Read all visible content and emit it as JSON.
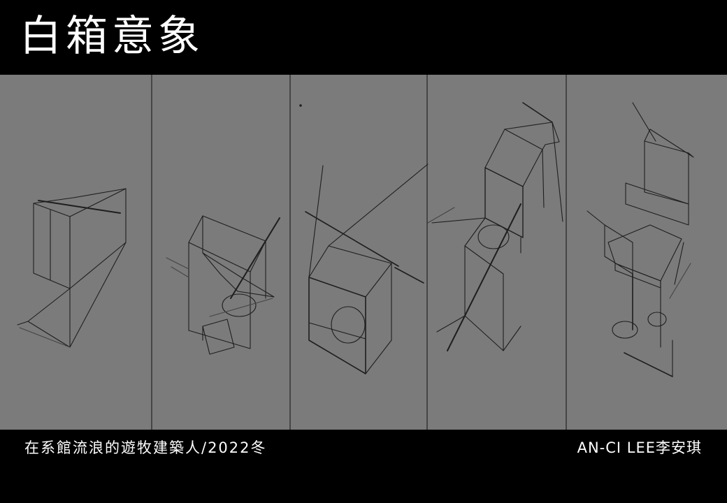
{
  "header": {
    "title": "白箱意象"
  },
  "footer": {
    "caption": "在系館流浪的遊牧建築人/2022冬",
    "author": "AN-CI LEE李安琪"
  },
  "colors": {
    "background": "#000000",
    "sketch_paper": "#7b7b7b",
    "pencil_line": "#1e1e1e",
    "text": "#ffffff"
  }
}
